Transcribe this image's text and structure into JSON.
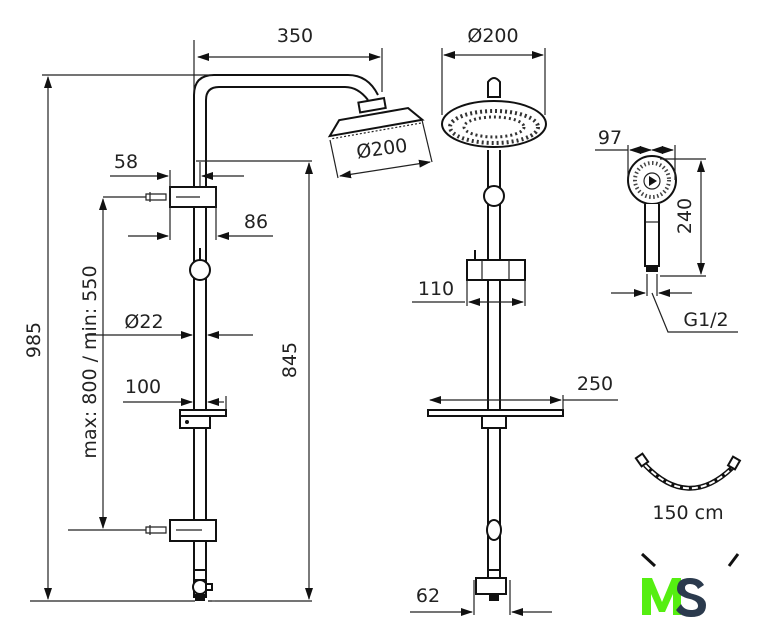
{
  "side_view": {
    "arm_width": "350",
    "head_diameter": "Ø200",
    "total_height": "985",
    "outlet_height": "845",
    "bracket_offset": "58",
    "bracket_depth": "86",
    "pipe_diameter": "Ø22",
    "bracket_spacing": "max: 800 / min: 550",
    "slider_width": "100"
  },
  "front_view": {
    "head_diameter": "Ø200",
    "holder_width": "110",
    "shelf_width": "250",
    "valve_width": "62"
  },
  "hand_shower": {
    "head_width": "97",
    "length": "240",
    "thread": "G1/2"
  },
  "hose": {
    "length": "150 cm"
  },
  "logo": {
    "text": "MS",
    "m_color": "#55ee11",
    "s_color": "#2b3a4d"
  }
}
